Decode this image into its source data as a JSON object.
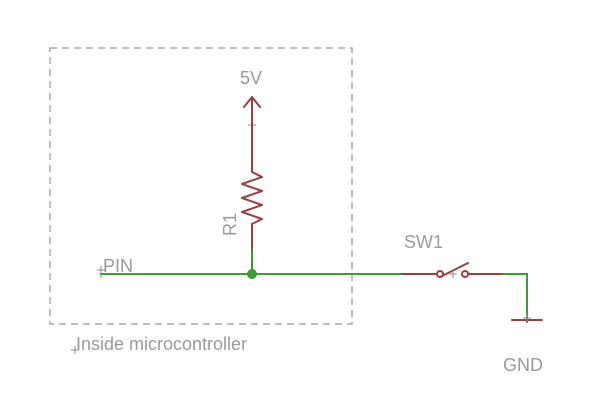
{
  "schematic": {
    "boundary_label": "Inside microcontroller",
    "net_labels": {
      "supply": "5V",
      "pin": "PIN",
      "ground": "GND"
    },
    "components": {
      "resistor": {
        "designator": "R1"
      },
      "switch": {
        "designator": "SW1"
      }
    },
    "colors": {
      "wire": "#3d9c35",
      "symbol": "#9b4040",
      "text": "#9a9a9a",
      "boundary": "#a9a9a9"
    }
  }
}
